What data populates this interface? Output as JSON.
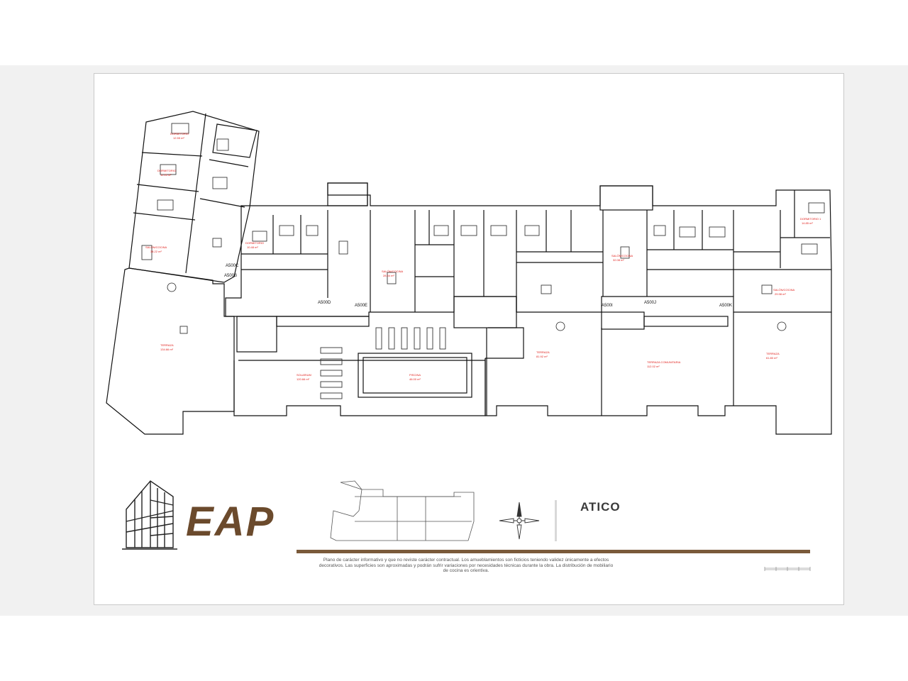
{
  "plan": {
    "level_title": "ATICO",
    "brand": "EAP",
    "disclaimer": "Plano de carácter informativo y que no reviste carácter contractual. Los amueblamientos son ficticios teniendo validez únicamente a efectos decorativos. Las superficies son aproximadas y podrán sufrir variaciones por necesidades técnicas durante la obra. La distribución de mobiliario de cocina es orientiva.",
    "unit_labels": [
      "A500C",
      "A500B",
      "A500D",
      "A500E",
      "A500I",
      "A500J",
      "A500K"
    ],
    "rooms": [
      {
        "name": "DORMITORIO",
        "area": "12.55 m²"
      },
      {
        "name": "DORMITORIO",
        "area": "11.05 m²"
      },
      {
        "name": "SALÓN/COCINA",
        "area": "38.22 m²"
      },
      {
        "name": "TERRAZA",
        "area": "134.66 m²"
      },
      {
        "name": "DORMITORIO",
        "area": "10.48 m²"
      },
      {
        "name": "SALÓN/COCINA",
        "area": "28.54 m²"
      },
      {
        "name": "SOLARIUM",
        "area": "120.66 m²"
      },
      {
        "name": "PISCINA",
        "area": "46.00 m²"
      },
      {
        "name": "TERRAZA",
        "area": "81.92 m²"
      },
      {
        "name": "TERRAZA COMUNITARIA",
        "area": "112.02 m²"
      },
      {
        "name": "TERRAZA",
        "area": "61.80 m²"
      },
      {
        "name": "SALÓN/COCINA",
        "area": "32.08 m²"
      },
      {
        "name": "DORMITORIO 1",
        "area": "14.85 m²"
      },
      {
        "name": "SALÓN/COCINA",
        "area": "29.98 m²"
      }
    ]
  },
  "colors": {
    "brand": "#6b4a2c",
    "rule": "#7a5a3a",
    "label": "#e0201c",
    "wall": "#111111"
  },
  "icons": [
    "north-arrow-icon",
    "building-logo-icon"
  ]
}
